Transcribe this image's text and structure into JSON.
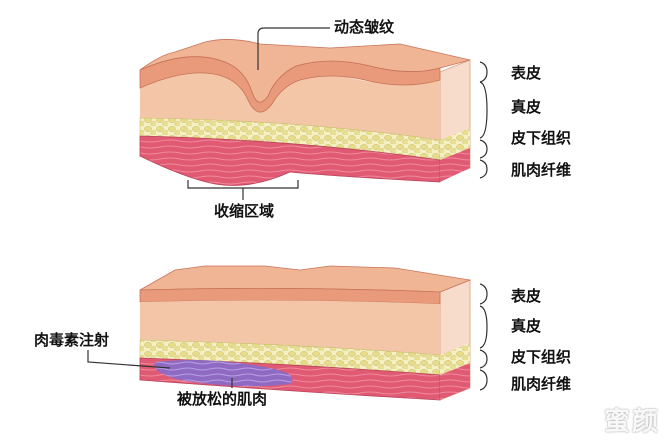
{
  "top_diagram": {
    "wrinkle_label": "动态皱纹",
    "contraction_label": "收缩区域",
    "layers": {
      "epidermis": "表皮",
      "dermis": "真皮",
      "subcutaneous": "皮下组织",
      "muscle": "肌肉纤维"
    }
  },
  "bottom_diagram": {
    "injection_label": "肉毒素注射",
    "relaxed_label": "被放松的肌肉",
    "layers": {
      "epidermis": "表皮",
      "dermis": "真皮",
      "subcutaneous": "皮下组织",
      "muscle": "肌肉纤维"
    }
  },
  "watermark": "蜜颜",
  "colors": {
    "skin_top": "#f2b896",
    "dermis": "#f4c6a8",
    "fat": "#eeeaa0",
    "muscle": "#e3607a",
    "relaxed_muscle": "#8d6fc9",
    "side_face": "#f8dccb"
  }
}
